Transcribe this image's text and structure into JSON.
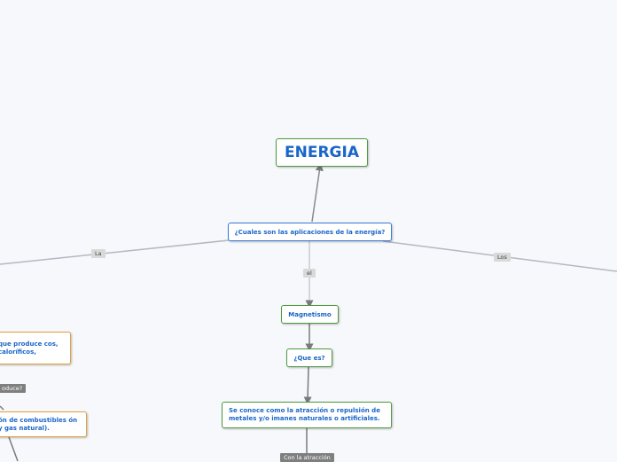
{
  "nodes": {
    "root": "ENERGIA",
    "question": "¿Cuales son las aplicaciones de la energía?",
    "magnetismo": "Magnetismo",
    "que_es": "¿Que es?",
    "definicion": "Se conoce como la atracción o repulsión de metales y/o imanes naturales o artificiales.",
    "left_partial_1": "que produce cos, caloríficos,",
    "left_partial_2": "ón de combustibles ón y gas natural)."
  },
  "labels": {
    "la": "La",
    "el": "el",
    "los": "Los",
    "produce": "oduce?",
    "con_la_atraccion": "Con la atracción"
  },
  "colors": {
    "node_text": "#1a66c8",
    "green_border": "#4e9a3e",
    "blue_border": "#3a7bd5",
    "orange_border": "#e5a13a",
    "connector": "#8a8a8a"
  }
}
